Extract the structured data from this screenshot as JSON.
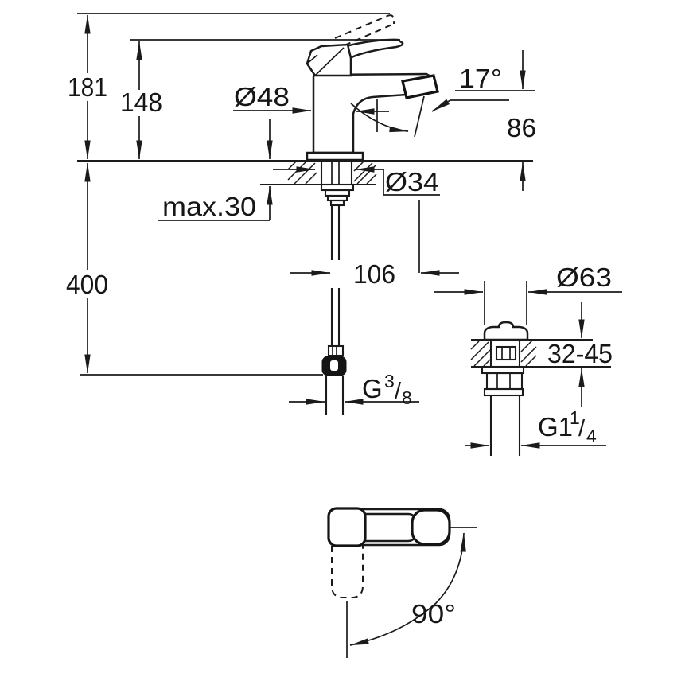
{
  "drawing": {
    "kind": "faucet-installation-dimension-drawing",
    "background": "#ffffff",
    "line_color": "#1b1b1b"
  },
  "dimensions": {
    "height_total": "181",
    "height_spout_ref": "148",
    "hose_length": "400",
    "body_diameter": "Ø48",
    "spout_angle": "17°",
    "outlet_height": "86",
    "deck_thickness_max": "max.30",
    "hole_diameter": "Ø34",
    "spout_reach": "106",
    "supply_thread": {
      "prefix": "G",
      "numerator": "3",
      "slash": "/",
      "denominator": "8"
    },
    "drain_flange_diameter": "Ø63",
    "drain_deck_range": "32-45",
    "drain_thread": {
      "prefix": "G1",
      "numerator": "1",
      "slash": "/",
      "denominator": "4"
    },
    "handle_swivel_angle": "90°"
  }
}
